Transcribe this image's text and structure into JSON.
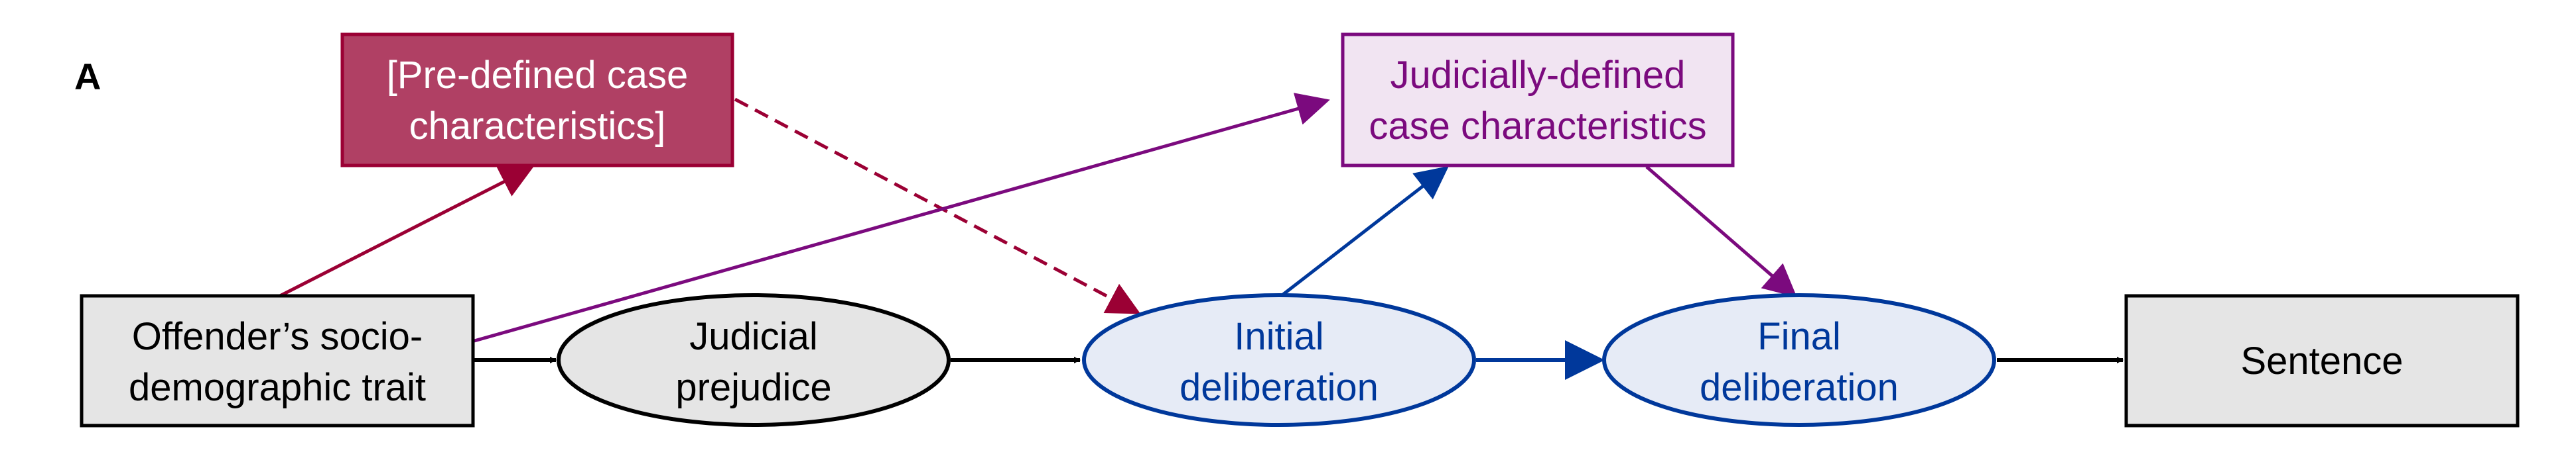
{
  "panel_label": "A",
  "colors": {
    "predefined_fill": "#b04064",
    "predefined_stroke": "#9b0034",
    "judicial_fill": "#f1e4f2",
    "judicial_stroke": "#7b0a7e",
    "deliberation_fill": "#e6ebf6",
    "deliberation_stroke": "#00389b",
    "neutral_fill": "#e5e5e5",
    "neutral_stroke": "#000000"
  },
  "nodes": {
    "predefined": {
      "line1": "[Pre-defined case",
      "line2": "characteristics]"
    },
    "judicially_defined": {
      "line1": "Judicially-defined",
      "line2": "case characteristics"
    },
    "offender_trait": {
      "line1": "Offender’s socio-",
      "line2": "demographic trait"
    },
    "judicial_prejudice": {
      "line1": "Judicial",
      "line2": "prejudice"
    },
    "initial_deliberation": {
      "line1": "Initial",
      "line2": "deliberation"
    },
    "final_deliberation": {
      "line1": "Final",
      "line2": "deliberation"
    },
    "sentence": {
      "line1": "Sentence"
    }
  },
  "edges": [
    {
      "from": "offender_trait",
      "to": "predefined",
      "style": "solid",
      "color": "predefined"
    },
    {
      "from": "predefined",
      "to": "initial_deliberation",
      "style": "dashed",
      "color": "predefined"
    },
    {
      "from": "offender_trait",
      "to": "judicially_defined",
      "style": "solid",
      "color": "judicial"
    },
    {
      "from": "initial_deliberation",
      "to": "judicially_defined",
      "style": "solid",
      "color": "deliberation"
    },
    {
      "from": "judicially_defined",
      "to": "final_deliberation",
      "style": "solid",
      "color": "judicial"
    },
    {
      "from": "offender_trait",
      "to": "judicial_prejudice",
      "style": "solid",
      "color": "neutral"
    },
    {
      "from": "judicial_prejudice",
      "to": "initial_deliberation",
      "style": "solid",
      "color": "neutral"
    },
    {
      "from": "initial_deliberation",
      "to": "final_deliberation",
      "style": "solid",
      "color": "deliberation"
    },
    {
      "from": "final_deliberation",
      "to": "sentence",
      "style": "solid",
      "color": "neutral"
    }
  ]
}
